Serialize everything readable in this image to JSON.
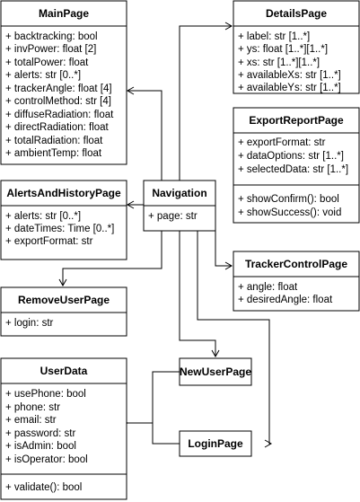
{
  "classes": {
    "main_page": {
      "name": "MainPage",
      "attributes": [
        "+ backtracking: bool",
        "+ invPower: float [2]",
        "+ totalPower: float",
        "+ alerts: str [0..*]",
        "+ trackerAngle: float [4]",
        "+ controlMethod: str [4]",
        "+ diffuseRadiation: float",
        "+ directRadiation: float",
        "+ totalRadiation: float",
        "+ ambientTemp: float"
      ]
    },
    "details_page": {
      "name": "DetailsPage",
      "attributes": [
        "+ label: str [1..*]",
        "+ ys: float [1..*][1..*]",
        "+ xs: str [1..*][1..*]",
        "+ availableXs: str [1..*]",
        "+ availableYs: str [1..*]"
      ]
    },
    "export_report_page": {
      "name": "ExportReportPage",
      "attributes": [
        "+ exportFormat: str",
        "+ dataOptions: str [1..*]",
        "+ selectedData: str [1..*]"
      ],
      "methods": [
        "+ showConfirm(): bool",
        "+ showSuccess(): void"
      ]
    },
    "alerts_history_page": {
      "name": "AlertsAndHistoryPage",
      "attributes": [
        "+ alerts: str [0..*]",
        "+ dateTimes: Time [0..*]",
        "+ exportFormat: str"
      ]
    },
    "navigation": {
      "name": "Navigation",
      "attributes": [
        "+ page: str"
      ]
    },
    "tracker_control_page": {
      "name": "TrackerControlPage",
      "attributes": [
        "+ angle: float",
        "+ desiredAngle: float"
      ]
    },
    "remove_user_page": {
      "name": "RemoveUserPage",
      "attributes": [
        "+ login: str"
      ]
    },
    "user_data": {
      "name": "UserData",
      "attributes": [
        "+ usePhone: bool",
        "+ phone: str",
        "+ email: str",
        "+ password: str",
        "+ isAdmin: bool",
        "+ isOperator: bool"
      ],
      "methods": [
        "+ validate(): bool"
      ]
    },
    "new_user_page": {
      "name": "NewUserPage"
    },
    "login_page": {
      "name": "LoginPage"
    }
  }
}
